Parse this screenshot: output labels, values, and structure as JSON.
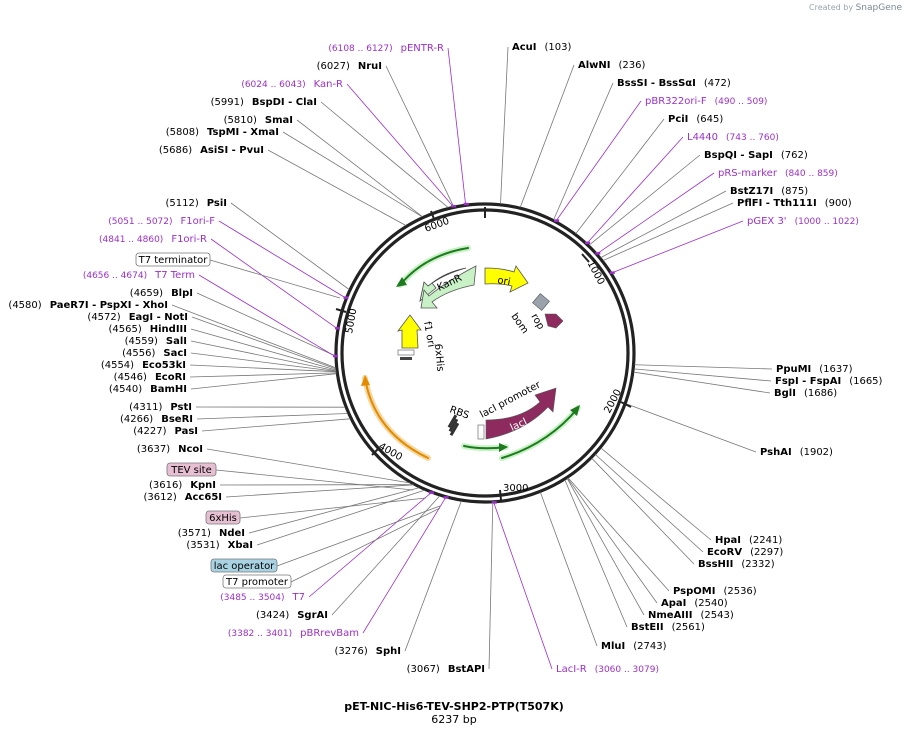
{
  "watermark": {
    "prefix": "Created by",
    "brand": "SnapGene"
  },
  "plasmid": {
    "name": "pET-NIC-His6-TEV-SHP2-PTP(T507K)",
    "length_label": "6237 bp",
    "length": 6237
  },
  "ticks": [
    "1000",
    "2000",
    "3000",
    "4000",
    "5000",
    "6000"
  ],
  "sites": [
    {
      "name": "AcuI",
      "pos": "(103)",
      "side": "R"
    },
    {
      "name": "AlwNI",
      "pos": "(236)",
      "side": "R"
    },
    {
      "name": "BssSI - BssSαI",
      "pos": "(472)",
      "side": "R"
    },
    {
      "name": "pBR322ori-F",
      "pos": "(490 .. 509)",
      "side": "R",
      "primer": true
    },
    {
      "name": "PciI",
      "pos": "(645)",
      "side": "R"
    },
    {
      "name": "L4440",
      "pos": "(743 .. 760)",
      "side": "R",
      "primer": true
    },
    {
      "name": "BspQI - SapI",
      "pos": "(762)",
      "side": "R"
    },
    {
      "name": "pRS-marker",
      "pos": "(840 .. 859)",
      "side": "R",
      "primer": true
    },
    {
      "name": "BstZ17I",
      "pos": "(875)",
      "side": "R"
    },
    {
      "name": "PflFI - Tth111I",
      "pos": "(900)",
      "side": "R"
    },
    {
      "name": "pGEX 3'",
      "pos": "(1000 .. 1022)",
      "side": "R",
      "primer": true
    },
    {
      "name": "PpuMI",
      "pos": "(1637)",
      "side": "R"
    },
    {
      "name": "FspI - FspAI",
      "pos": "(1665)",
      "side": "R"
    },
    {
      "name": "BglI",
      "pos": "(1686)",
      "side": "R"
    },
    {
      "name": "PshAI",
      "pos": "(1902)",
      "side": "R"
    },
    {
      "name": "HpaI",
      "pos": "(2241)",
      "side": "R"
    },
    {
      "name": "EcoRV",
      "pos": "(2297)",
      "side": "R"
    },
    {
      "name": "BssHII",
      "pos": "(2332)",
      "side": "R"
    },
    {
      "name": "PspOMI",
      "pos": "(2536)",
      "side": "R"
    },
    {
      "name": "ApaI",
      "pos": "(2540)",
      "side": "R"
    },
    {
      "name": "NmeAIII",
      "pos": "(2543)",
      "side": "R"
    },
    {
      "name": "BstEII",
      "pos": "(2561)",
      "side": "R"
    },
    {
      "name": "MluI",
      "pos": "(2743)",
      "side": "R"
    },
    {
      "name": "LacI-R",
      "pos": "(3060 .. 3079)",
      "side": "R",
      "primer": true
    },
    {
      "name": "BstAPI",
      "pos": "(3067)",
      "side": "L"
    },
    {
      "name": "SphI",
      "pos": "(3276)",
      "side": "L"
    },
    {
      "name": "pBRrevBam",
      "pos": "(3382 .. 3401)",
      "side": "L",
      "primer": true
    },
    {
      "name": "SgrAI",
      "pos": "(3424)",
      "side": "L"
    },
    {
      "name": "T7",
      "pos": "(3485 .. 3504)",
      "side": "L",
      "primer": true
    },
    {
      "name": "XbaI",
      "pos": "(3531)",
      "side": "L"
    },
    {
      "name": "NdeI",
      "pos": "(3571)",
      "side": "L"
    },
    {
      "name": "Acc65I",
      "pos": "(3612)",
      "side": "L"
    },
    {
      "name": "KpnI",
      "pos": "(3616)",
      "side": "L"
    },
    {
      "name": "NcoI",
      "pos": "(3637)",
      "side": "L"
    },
    {
      "name": "PasI",
      "pos": "(4227)",
      "side": "L"
    },
    {
      "name": "BseRI",
      "pos": "(4266)",
      "side": "L"
    },
    {
      "name": "PstI",
      "pos": "(4311)",
      "side": "L"
    },
    {
      "name": "BamHI",
      "pos": "(4540)",
      "side": "L"
    },
    {
      "name": "EcoRI",
      "pos": "(4546)",
      "side": "L"
    },
    {
      "name": "Eco53kI",
      "pos": "(4554)",
      "side": "L"
    },
    {
      "name": "SacI",
      "pos": "(4556)",
      "side": "L"
    },
    {
      "name": "SalI",
      "pos": "(4559)",
      "side": "L"
    },
    {
      "name": "HindIII",
      "pos": "(4565)",
      "side": "L"
    },
    {
      "name": "EagI - NotI",
      "pos": "(4572)",
      "side": "L"
    },
    {
      "name": "PaeR7I - PspXI - XhoI",
      "pos": "(4580)",
      "side": "L"
    },
    {
      "name": "BlpI",
      "pos": "(4659)",
      "side": "L"
    },
    {
      "name": "T7 Term",
      "pos": "(4656 .. 4674)",
      "side": "L",
      "primer": true
    },
    {
      "name": "F1ori-R",
      "pos": "(4841 .. 4860)",
      "side": "L",
      "primer": true
    },
    {
      "name": "F1ori-F",
      "pos": "(5051 .. 5072)",
      "side": "L",
      "primer": true
    },
    {
      "name": "PsiI",
      "pos": "(5112)",
      "side": "L"
    },
    {
      "name": "AsiSI - PvuI",
      "pos": "(5686)",
      "side": "L"
    },
    {
      "name": "TspMI - XmaI",
      "pos": "(5808)",
      "side": "L"
    },
    {
      "name": "SmaI",
      "pos": "(5810)",
      "side": "L"
    },
    {
      "name": "BspDI - ClaI",
      "pos": "(5991)",
      "side": "L"
    },
    {
      "name": "Kan-R",
      "pos": "(6024 .. 6043)",
      "side": "L",
      "primer": true
    },
    {
      "name": "NruI",
      "pos": "(6027)",
      "side": "L"
    },
    {
      "name": "pENTR-R",
      "pos": "(6108 .. 6127)",
      "side": "L",
      "primer": true
    }
  ],
  "boxed_labels": [
    {
      "name": "T7 terminator",
      "fill": "#ffffff"
    },
    {
      "name": "TEV site",
      "fill": "#e6bfd3"
    },
    {
      "name": "6xHis",
      "fill": "#e6bfd3"
    },
    {
      "name": "lac operator",
      "fill": "#a9d3e3"
    },
    {
      "name": "T7 promoter",
      "fill": "#ffffff"
    }
  ],
  "features": [
    {
      "name": "ori",
      "color": "#ffff00"
    },
    {
      "name": "KanR",
      "color": "#c8f2c6"
    },
    {
      "name": "bom",
      "color": "#9aa2ab"
    },
    {
      "name": "rop",
      "color": "#8e2b5e"
    },
    {
      "name": "lacI promoter",
      "color": "#ffffff"
    },
    {
      "name": "lacI",
      "color": "#8e2b5e"
    },
    {
      "name": "RBS",
      "color": "#ffffff"
    },
    {
      "name": "f1 ori",
      "color": "#ffff00"
    },
    {
      "name": "6xHis",
      "color": "#ffffff"
    }
  ]
}
